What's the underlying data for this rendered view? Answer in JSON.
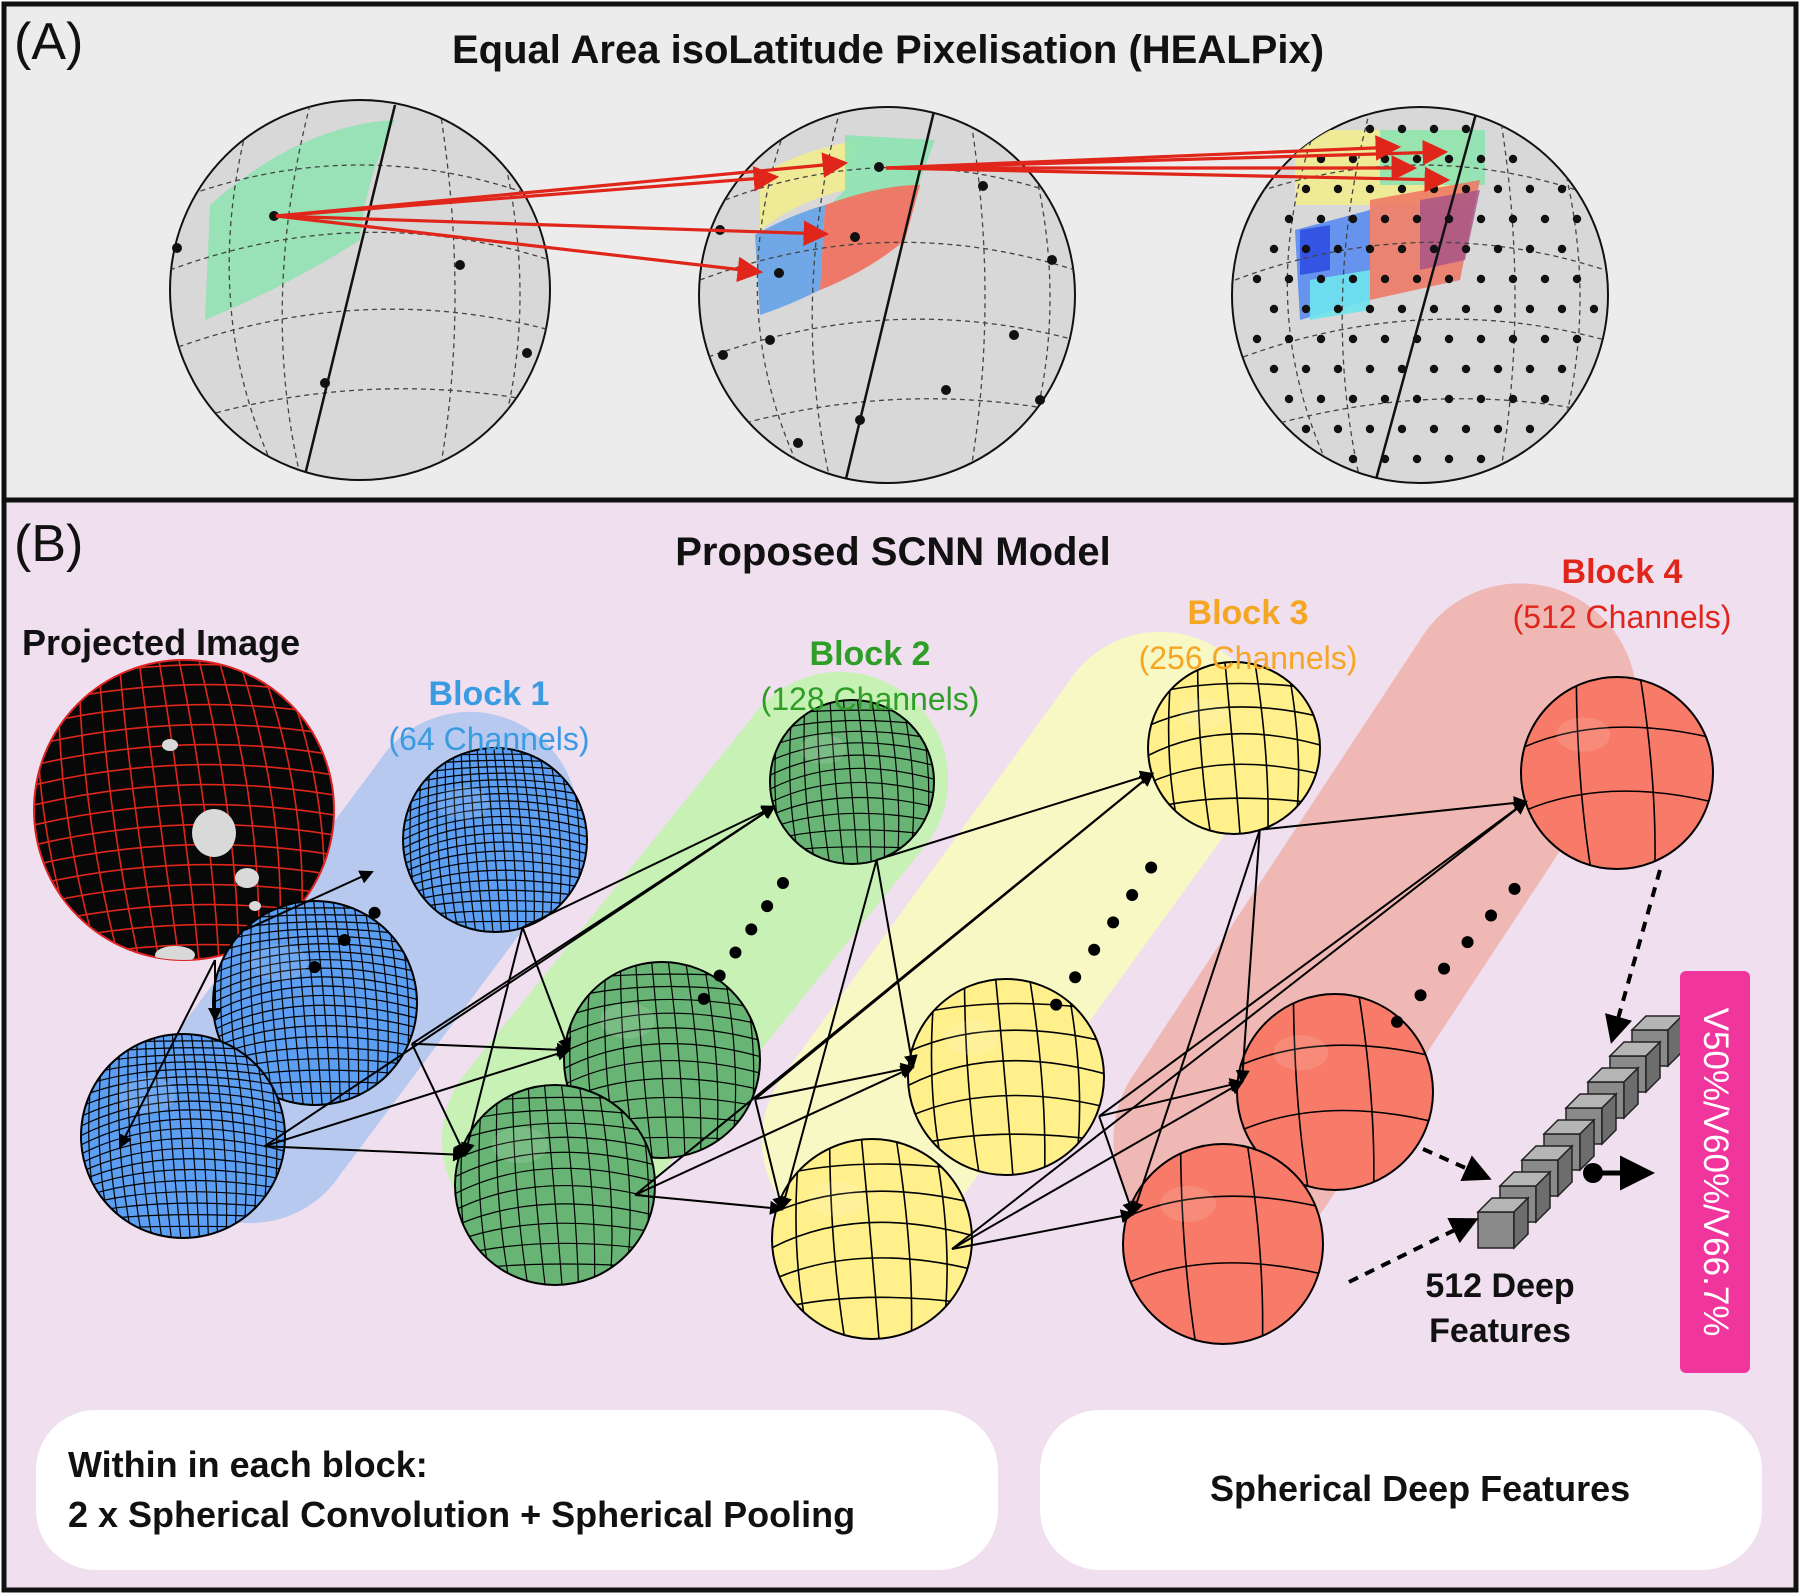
{
  "panel_a": {
    "label": "(A)",
    "title": "Equal Area isoLatitude Pixelisation (HEALPix)"
  },
  "panel_b": {
    "label": "(B)",
    "title": "Proposed SCNN Model",
    "input_label": "Projected Image",
    "blocks": [
      {
        "name": "Block 1",
        "channels": "(64 Channels)",
        "color": "#3a9be3",
        "sphere_fill": "#5c9ef2",
        "band": "#b7c9ee"
      },
      {
        "name": "Block 2",
        "channels": "(128 Channels)",
        "color": "#2e9e27",
        "sphere_fill": "#67b475",
        "band": "#c8f1b6"
      },
      {
        "name": "Block 3",
        "channels": "(256 Channels)",
        "color": "#f5a623",
        "sphere_fill": "#fff08c",
        "band": "#f8f8c4"
      },
      {
        "name": "Block 4",
        "channels": "(512 Channels)",
        "color": "#e0261b",
        "sphere_fill": "#f87a68",
        "band": "#efb8b4"
      }
    ],
    "features_label_line1": "512 Deep",
    "features_label_line2": "Features",
    "output_label": "V50%/V60%/V66.7%",
    "output_color": "#f0359c",
    "note_line1": "Within in each block:",
    "note_line2": "2 x Spherical Convolution + Spherical Pooling",
    "legend_label": "Spherical Deep Features"
  },
  "colors": {
    "panel_a_bg": "#ececec",
    "panel_b_bg": "#efdfef",
    "arrow_red": "#e0261b"
  }
}
